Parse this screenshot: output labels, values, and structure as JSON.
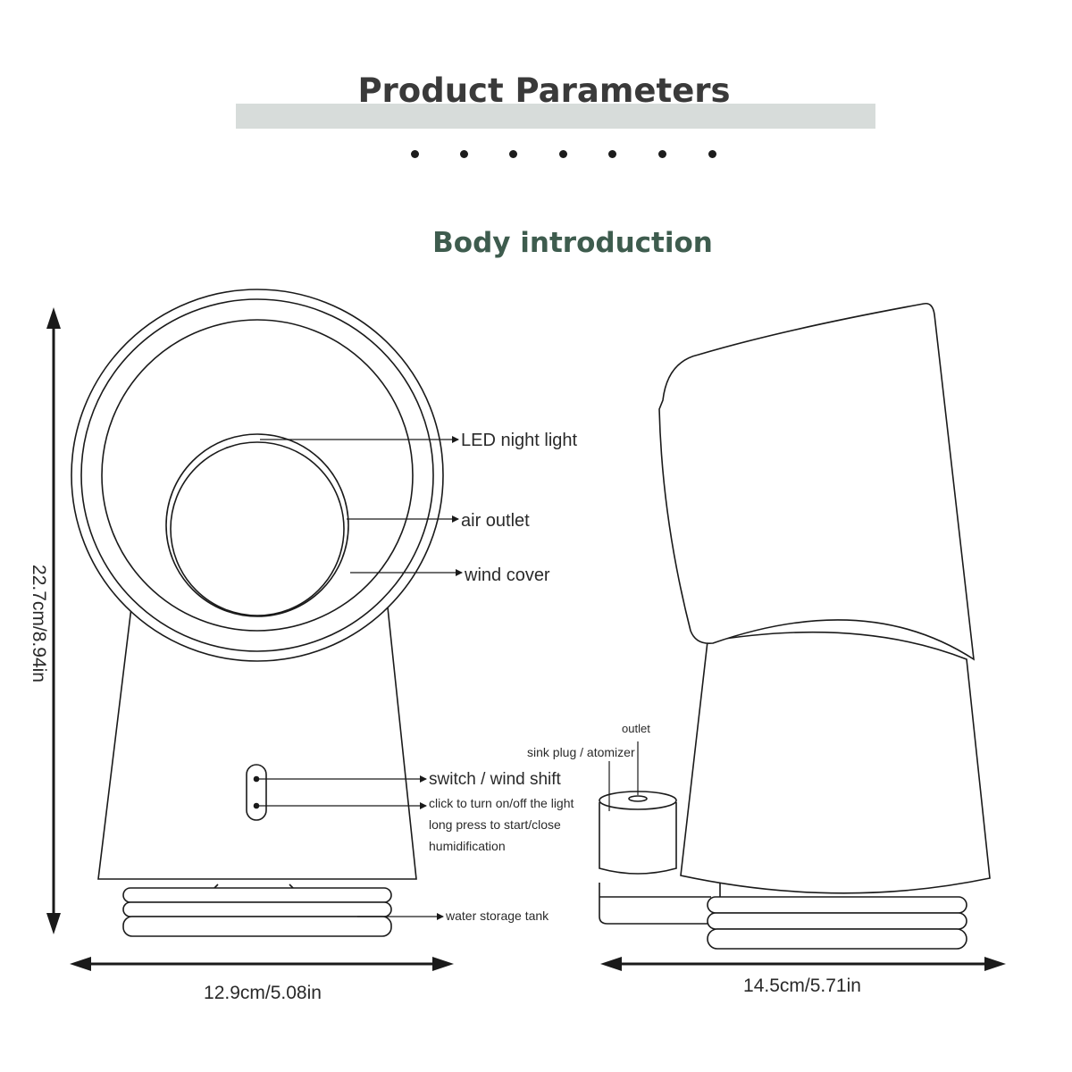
{
  "header": {
    "title": "Product Parameters",
    "subtitle": "Body introduction"
  },
  "labels": {
    "led_night_light": "LED night light",
    "air_outlet": "air outlet",
    "wind_cover": "wind cover",
    "switch_wind_shift": "switch / wind shift",
    "click_line": "click to turn on/off the light",
    "long_press_line": "long press to start/close",
    "humidification": "humidification",
    "water_storage_tank": "water storage tank",
    "outlet": "outlet",
    "sink_plug_atomizer": "sink plug / atomizer"
  },
  "dimensions": {
    "height": "22.7cm/8.94in",
    "front_width": "12.9cm/5.08in",
    "side_width": "14.5cm/5.71in"
  },
  "colors": {
    "title": "#3a3a3a",
    "title_bar": "#d7dcda",
    "subtitle": "#3e5c4e",
    "line": "#1a1a1a"
  }
}
